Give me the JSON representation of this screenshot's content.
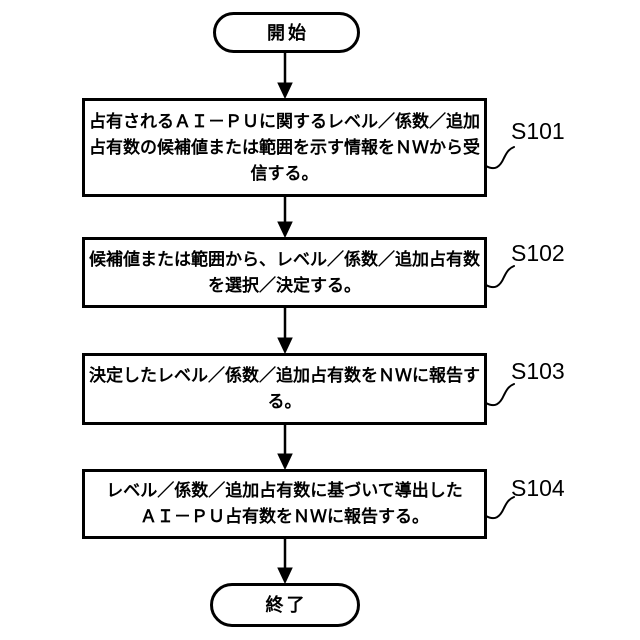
{
  "diagram": {
    "type": "flowchart",
    "language": "ja",
    "colors": {
      "stroke": "#000000",
      "text": "#000000",
      "background": "#ffffff"
    },
    "start": {
      "label": "開始"
    },
    "end": {
      "label": "終了"
    },
    "steps": [
      {
        "id": "S101",
        "text": "占有されるＡＩ－ＰＵに関するレベル／係数／追加占有数の候補値または範囲を示す情報をＮＷから受信する。",
        "lines": [
          "占有されるＡＩ－ＰＵに関するレベル／係数／追加",
          "占有数の候補値または範囲を示す情報をＮＷから受",
          "信する。"
        ]
      },
      {
        "id": "S102",
        "text": "候補値または範囲から、レベル／係数／追加占有数を選択／決定する。",
        "lines": [
          "候補値または範囲から、レベル／係数／追加占有数",
          "を選択／決定する。"
        ]
      },
      {
        "id": "S103",
        "text": "決定したレベル／係数／追加占有数をＮＷに報告する。",
        "lines": [
          "決定したレベル／係数／追加占有数をＮＷに報告す",
          "る。"
        ]
      },
      {
        "id": "S104",
        "text": "レベル／係数／追加占有数に基づいて導出したＡＩ－ＰＵ占有数をＮＷに報告する。",
        "lines": [
          "レベル／係数／追加占有数に基づいて導出した",
          "ＡＩ－ＰＵ占有数をＮＷに報告する。"
        ]
      }
    ],
    "flow_order": [
      "開始",
      "S101",
      "S102",
      "S103",
      "S104",
      "終了"
    ]
  }
}
